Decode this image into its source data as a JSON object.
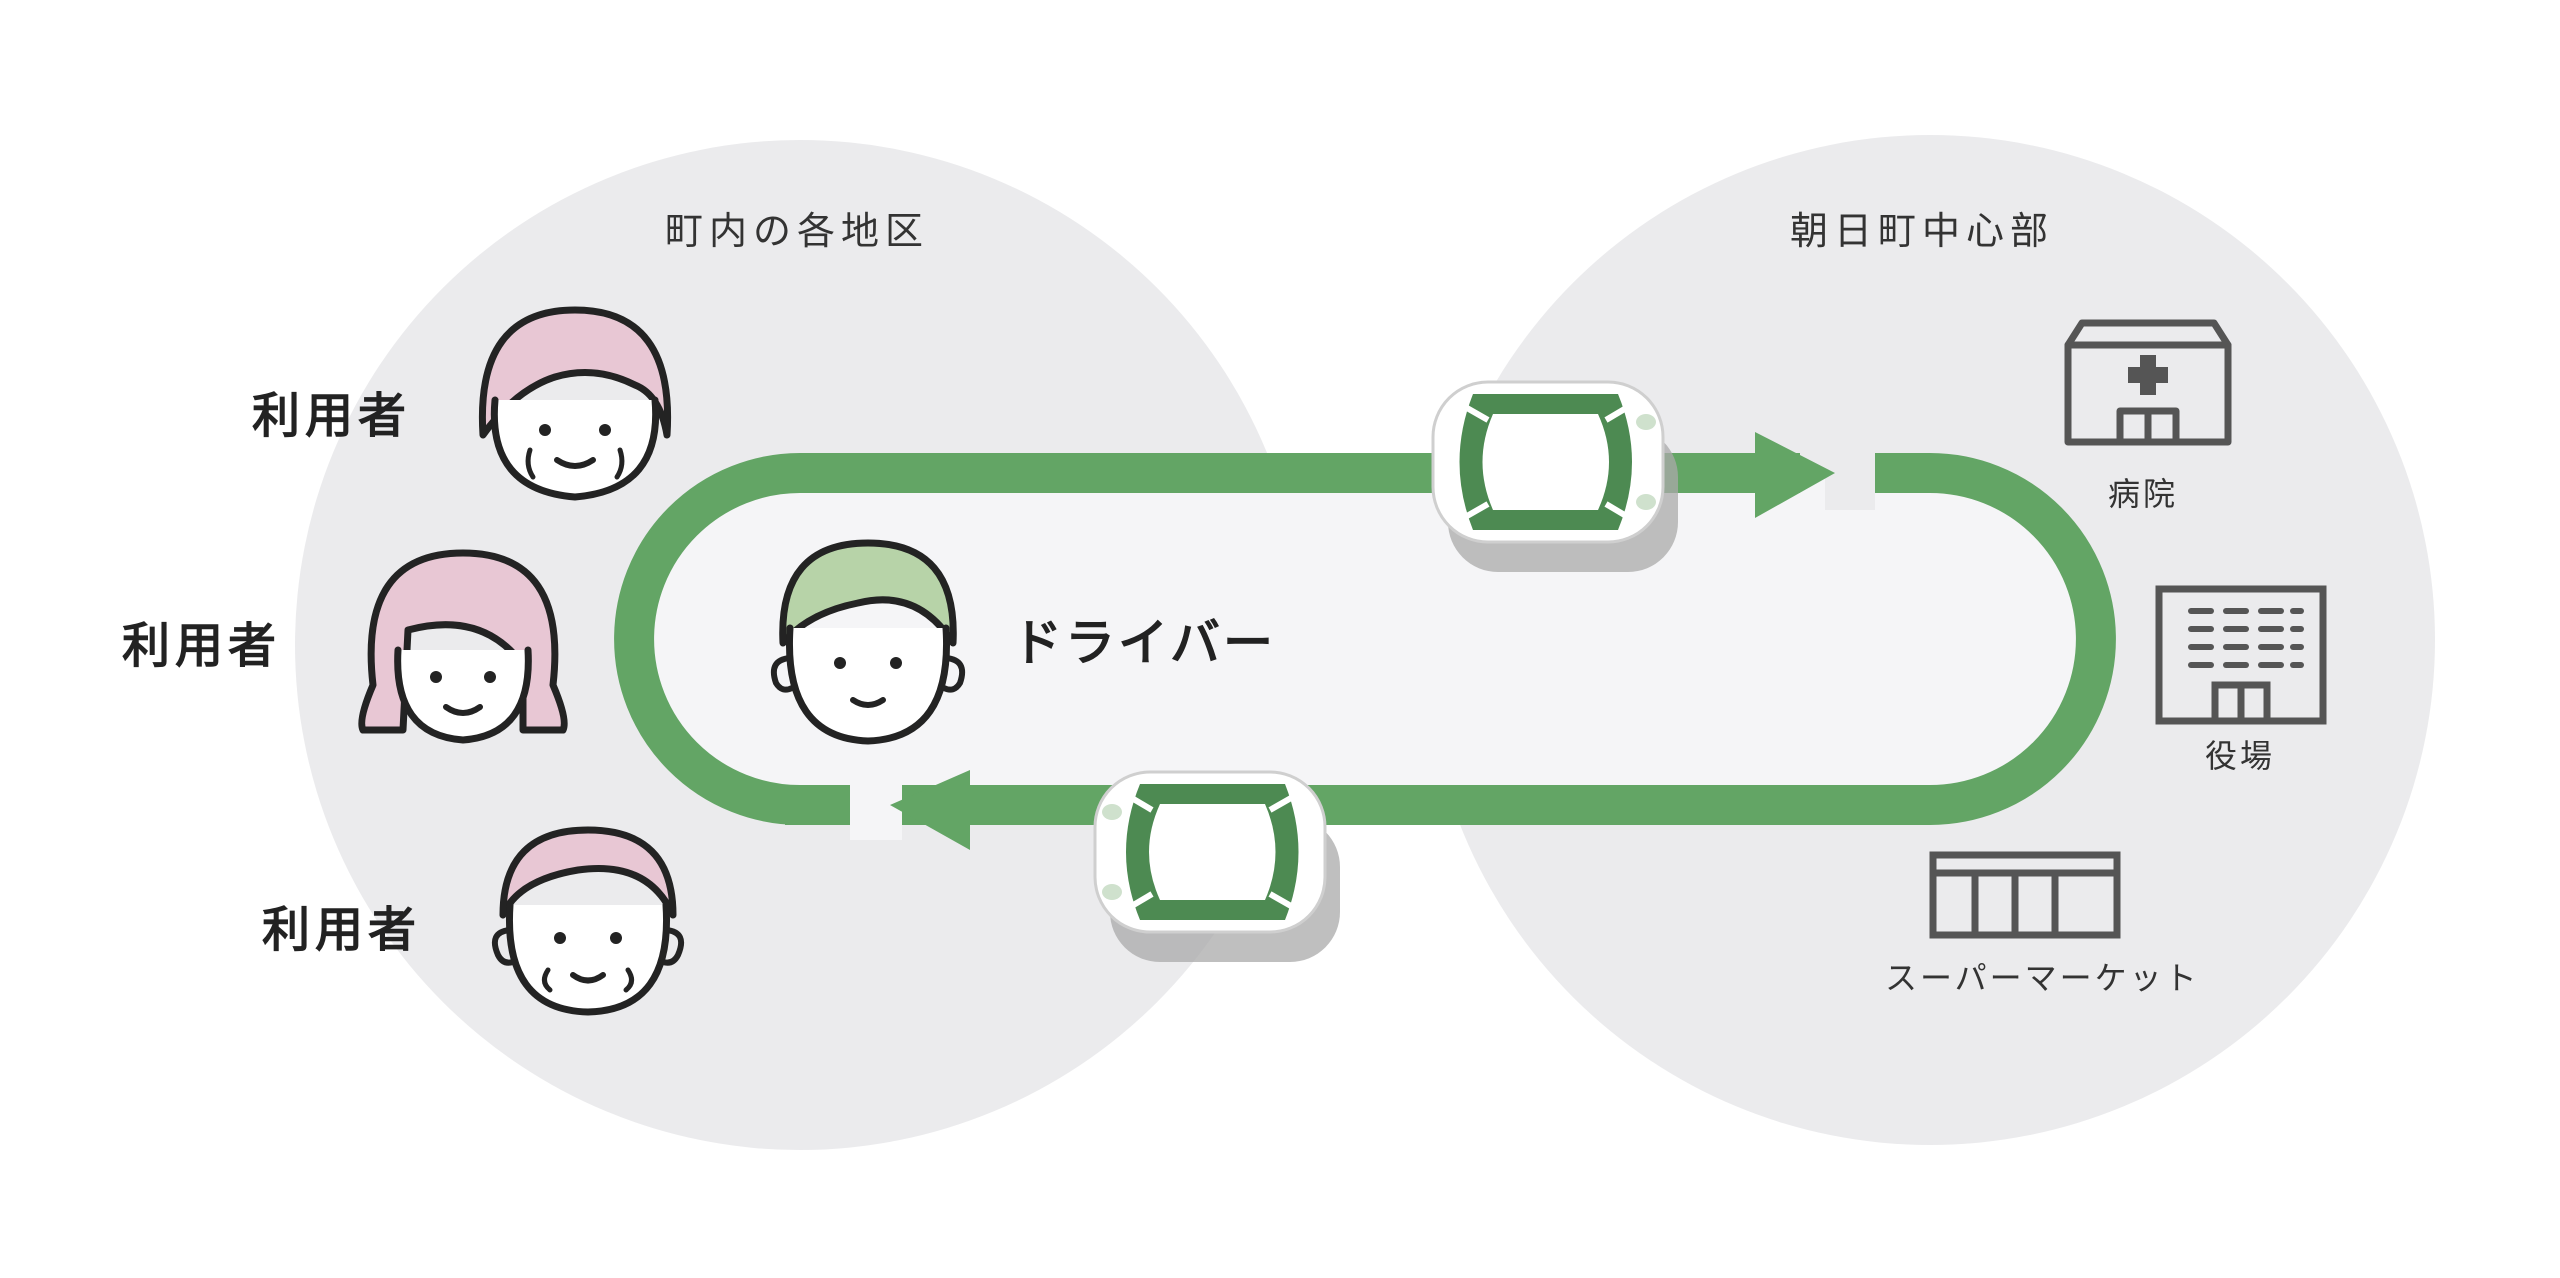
{
  "regions": {
    "left_title": "町内の各地区",
    "right_title": "朝日町中心部"
  },
  "people": {
    "user_1": "利用者",
    "user_2": "利用者",
    "user_3": "利用者",
    "driver": "ドライバー"
  },
  "destinations": {
    "hospital": "病院",
    "town_hall": "役場",
    "supermarket": "スーパーマーケット"
  },
  "colors": {
    "route_green": "#63a565",
    "car_green": "#4d8a52",
    "driver_hair": "#b7d3a8",
    "user_hair": "#e8c7d4",
    "circle_gray": "#ebebed",
    "loop_inner": "#f5f5f7",
    "line_dark": "#232323",
    "building_gray": "#555555"
  }
}
